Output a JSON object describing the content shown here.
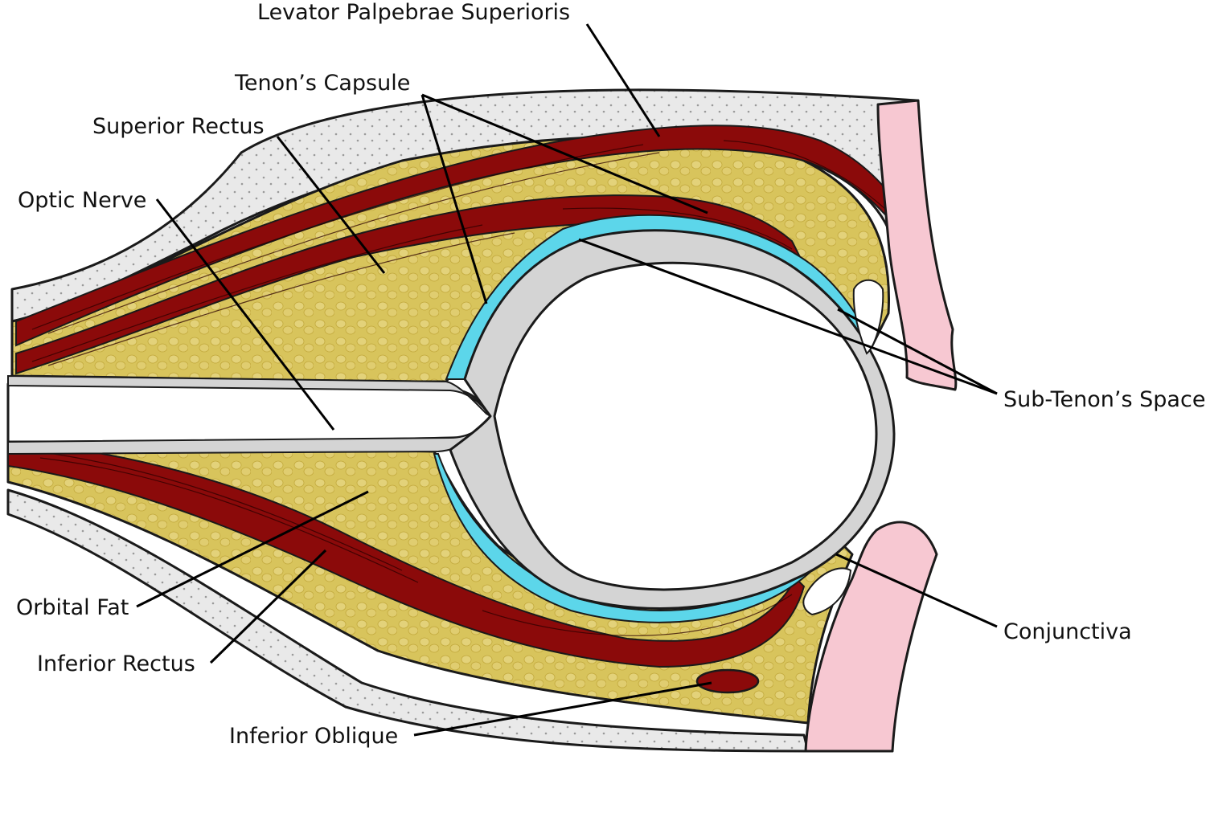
{
  "diagram": {
    "labels": {
      "levator": "Levator Palpebrae Superioris",
      "tenon": "Tenon’s Capsule",
      "superior_rectus": "Superior Rectus",
      "optic_nerve": "Optic Nerve",
      "sub_tenon": "Sub-Tenon’s Space",
      "orbital_fat": "Orbital Fat",
      "inferior_rectus": "Inferior Rectus",
      "conjunctiva": "Conjunctiva",
      "inferior_oblique": "Inferior Oblique"
    },
    "colors": {
      "bone": "#e8e8e8",
      "fat": "#d9c35a",
      "muscle": "#8b0a0a",
      "tenon_space": "#5cd6ea",
      "sclera": "#d4d4d4",
      "eyelid": "#f7c8d2",
      "nerve": "#ffffff"
    }
  }
}
